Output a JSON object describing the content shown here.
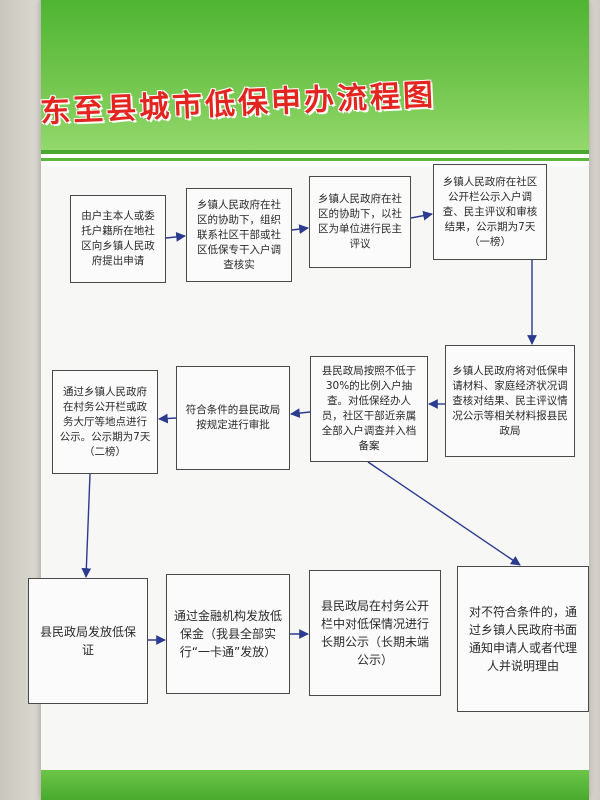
{
  "title": "东至县城市低保申办流程图",
  "steps": [
    {
      "id": "s1",
      "text": "由户主本人或委托户籍所在地社区向乡镇人民政府提出申请"
    },
    {
      "id": "s2",
      "text": "乡镇人民政府在社区的协助下，组织联系社区干部或社区低保专干入户调查核实"
    },
    {
      "id": "s3",
      "text": "乡镇人民政府在社区的协助下，以社区为单位进行民主评议"
    },
    {
      "id": "s4",
      "text": "乡镇人民政府在社区公开栏公示入户调查、民主评议和审核结果，公示期为7天（一榜）"
    },
    {
      "id": "s5",
      "text": "乡镇人民政府将对低保申请材料、家庭经济状况调查核对结果、民主评议情况公示等相关材料报县民政局"
    },
    {
      "id": "s6",
      "text": "县民政局按照不低于30%的比例入户抽查。对低保经办人员，社区干部近亲属全部入户调查并入档备案"
    },
    {
      "id": "s7",
      "text": "符合条件的县民政局按规定进行审批"
    },
    {
      "id": "s8",
      "text": "通过乡镇人民政府在村务公开栏或政务大厅等地点进行公示。公示期为7天（二榜）"
    },
    {
      "id": "s9",
      "text": "县民政局发放低保证"
    },
    {
      "id": "s10",
      "text": "通过金融机构发放低保金（我县全部实行“一卡通”发放）"
    },
    {
      "id": "s11",
      "text": "县民政局在村务公开栏中对低保情况进行长期公示（长期未端公示）"
    },
    {
      "id": "s12",
      "text": "对不符合条件的，通过乡镇人民政府书面通知申请人或者代理人并说明理由"
    }
  ]
}
